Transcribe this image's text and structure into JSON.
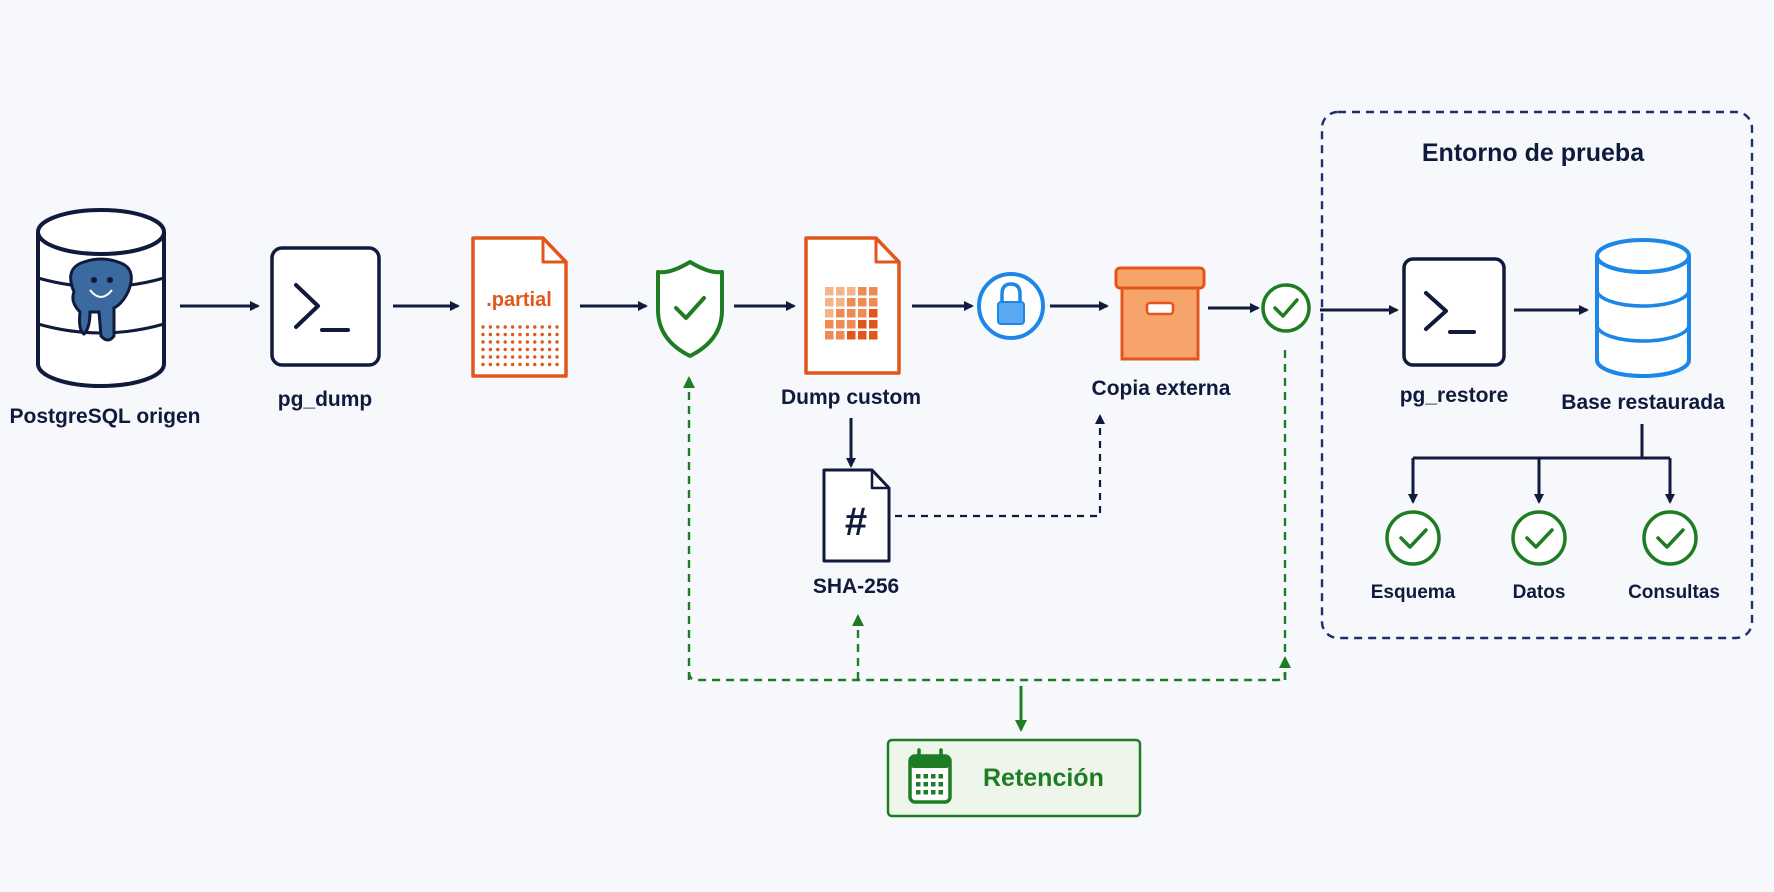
{
  "nodes": {
    "source_db": {
      "label": "PostgreSQL origen",
      "icon": "postgresql-database-icon"
    },
    "pg_dump": {
      "label": "pg_dump",
      "icon": "terminal-icon"
    },
    "partial_file": {
      "label": ".partial",
      "icon": "partial-file-icon"
    },
    "verify_shield": {
      "icon": "shield-check-icon"
    },
    "dump_custom": {
      "label": "Dump custom",
      "icon": "dump-file-icon"
    },
    "checksum": {
      "label": "SHA-256",
      "icon": "hash-file-icon"
    },
    "encryption": {
      "icon": "lock-icon"
    },
    "offsite_copy": {
      "label": "Copia externa",
      "icon": "archive-box-icon"
    },
    "copy_check": {
      "icon": "check-circle-icon"
    },
    "retention": {
      "label": "Retención",
      "icon": "calendar-icon"
    }
  },
  "test_env": {
    "title": "Entorno de prueba",
    "pg_restore": {
      "label": "pg_restore",
      "icon": "terminal-icon"
    },
    "restored_db": {
      "label": "Base restaurada",
      "icon": "database-icon"
    },
    "checks": [
      {
        "label": "Esquema",
        "icon": "check-circle-icon"
      },
      {
        "label": "Datos",
        "icon": "check-circle-icon"
      },
      {
        "label": "Consultas",
        "icon": "check-circle-icon"
      }
    ]
  },
  "colors": {
    "navy": "#101a3c",
    "orange": "#e2561c",
    "green": "#1e7d22",
    "blue": "#1d87e8",
    "background": "#f6f8fb"
  }
}
